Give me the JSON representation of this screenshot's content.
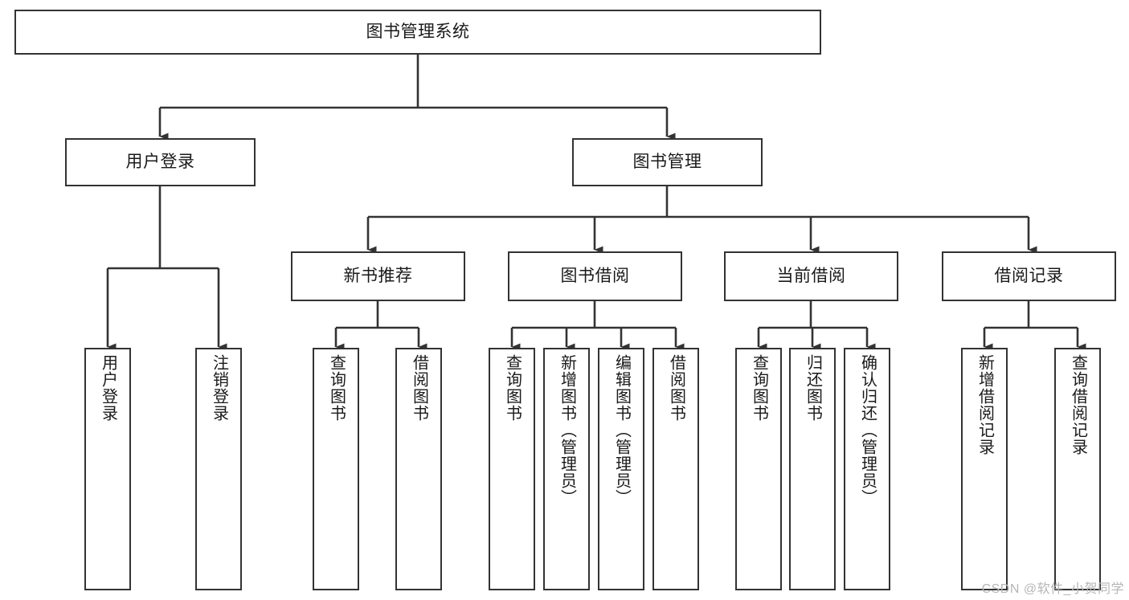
{
  "diagram": {
    "title": "图书管理系统",
    "type": "tree",
    "watermark": "CSDN @软件_小贺同学",
    "colors": {
      "box_border": "#333333",
      "box_fill": "#ffffff",
      "edge": "#333333",
      "text": "#1a1a1a",
      "watermark": "#b6b6b6"
    },
    "nodes": {
      "root": {
        "label": "图书管理系统",
        "level": 0,
        "orientation": "horizontal"
      },
      "level1": [
        {
          "id": "user-login",
          "label": "用户登录",
          "orientation": "horizontal"
        },
        {
          "id": "book-management",
          "label": "图书管理",
          "orientation": "horizontal"
        }
      ],
      "level2": [
        {
          "id": "new-book-recommend",
          "label": "新书推荐",
          "orientation": "horizontal",
          "parent": "book-management"
        },
        {
          "id": "book-borrow",
          "label": "图书借阅",
          "orientation": "horizontal",
          "parent": "book-management"
        },
        {
          "id": "current-borrow",
          "label": "当前借阅",
          "orientation": "horizontal",
          "parent": "book-management"
        },
        {
          "id": "borrow-record",
          "label": "借阅记录",
          "orientation": "horizontal",
          "parent": "book-management"
        }
      ],
      "leaves": [
        {
          "id": "leaf-user-login",
          "label": "用户登录",
          "orientation": "vertical",
          "parent": "user-login"
        },
        {
          "id": "leaf-logout",
          "label": "注销登录",
          "orientation": "vertical",
          "parent": "user-login"
        },
        {
          "id": "leaf-query-book-recommend",
          "label": "查询图书",
          "orientation": "vertical",
          "parent": "new-book-recommend"
        },
        {
          "id": "leaf-borrow-book-recommend",
          "label": "借阅图书",
          "orientation": "vertical",
          "parent": "new-book-recommend"
        },
        {
          "id": "leaf-query-book-borrow",
          "label": "查询图书",
          "orientation": "vertical",
          "parent": "book-borrow"
        },
        {
          "id": "leaf-add-book",
          "label": "新增图书（管理员）",
          "orientation": "vertical",
          "parent": "book-borrow"
        },
        {
          "id": "leaf-edit-book",
          "label": "编辑图书（管理员）",
          "orientation": "vertical",
          "parent": "book-borrow"
        },
        {
          "id": "leaf-borrow-book",
          "label": "借阅图书",
          "orientation": "vertical",
          "parent": "book-borrow"
        },
        {
          "id": "leaf-query-book-current",
          "label": "查询图书",
          "orientation": "vertical",
          "parent": "current-borrow"
        },
        {
          "id": "leaf-return-book",
          "label": "归还图书",
          "orientation": "vertical",
          "parent": "current-borrow"
        },
        {
          "id": "leaf-confirm-return",
          "label": "确认归还（管理员）",
          "orientation": "vertical",
          "parent": "current-borrow"
        },
        {
          "id": "leaf-add-record",
          "label": "新增借阅记录",
          "orientation": "vertical",
          "parent": "borrow-record"
        },
        {
          "id": "leaf-query-record",
          "label": "查询借阅记录",
          "orientation": "vertical",
          "parent": "borrow-record"
        }
      ]
    }
  }
}
